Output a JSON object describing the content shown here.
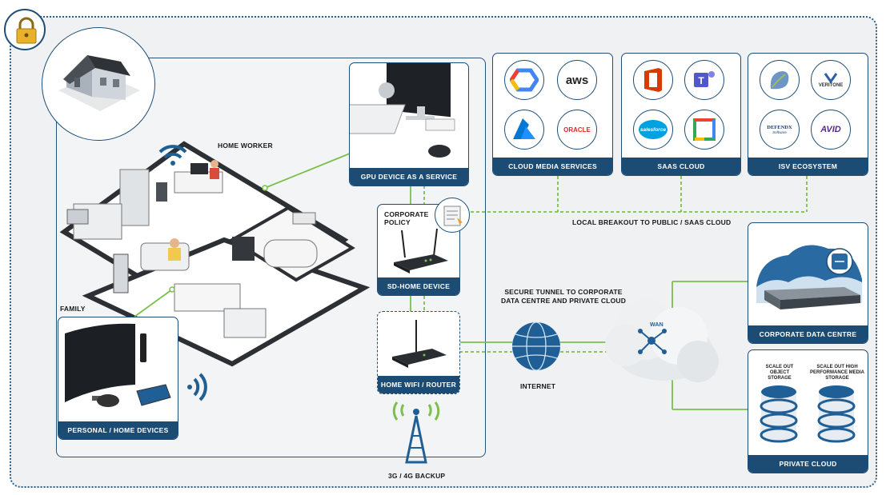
{
  "labels": {
    "home_worker": "HOME WORKER",
    "family": "FAMILY",
    "corporate_policy": "CORPORATE POLICY",
    "local_breakout": "LOCAL BREAKOUT TO PUBLIC / SAAS CLOUD",
    "secure_tunnel": "SECURE TUNNEL TO CORPORATE DATA CENTRE AND PRIVATE CLOUD",
    "internet": "INTERNET",
    "backup": "3G / 4G BACKUP",
    "wan": "WAN",
    "object_storage": "SCALE OUT OBJECT STORAGE",
    "media_storage": "SCALE OUT HIGH PERFORMANCE MEDIA STORAGE"
  },
  "cards": {
    "gpu": "GPU DEVICE AS A SERVICE",
    "sd_home": "SD-HOME DEVICE",
    "wifi_router": "HOME WIFI / ROUTER",
    "personal": "PERSONAL / HOME DEVICES",
    "cloud_media": "CLOUD MEDIA SERVICES",
    "saas": "SAAS CLOUD",
    "isv": "ISV ECOSYSTEM",
    "corp_dc": "CORPORATE DATA CENTRE",
    "private_cloud": "PRIVATE CLOUD"
  },
  "logos": {
    "aws": "aws",
    "oracle": "ORACLE",
    "salesforce": "salesforce",
    "veritone": "VERITONE",
    "defendx": "DEFENDX",
    "defendx_sub": "Software",
    "avid": "AVID"
  },
  "colors": {
    "navy": "#1c4b74",
    "green_line": "#7cc04b",
    "bg": "#eff1f3"
  }
}
